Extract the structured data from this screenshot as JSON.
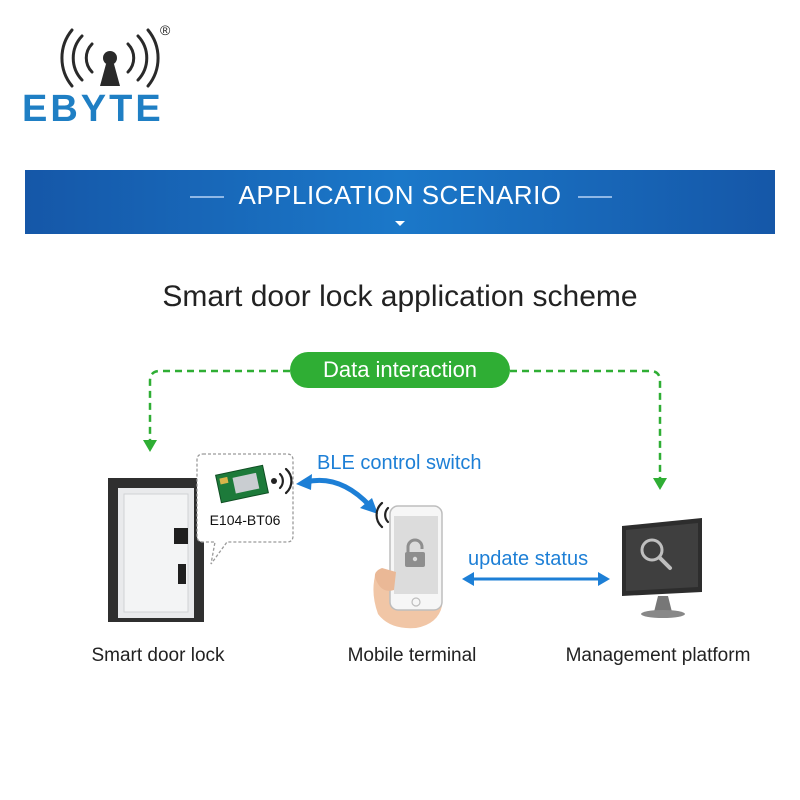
{
  "brand": {
    "name": "EBYTE",
    "registered": "®"
  },
  "banner": {
    "title": "APPLICATION SCENARIO"
  },
  "scheme": {
    "title": "Smart door lock application scheme"
  },
  "interaction": {
    "label": "Data interaction"
  },
  "ble": {
    "label": "BLE control switch"
  },
  "update": {
    "label": "update status"
  },
  "module": {
    "label": "E104-BT06"
  },
  "nodes": {
    "door": "Smart door lock",
    "mobile": "Mobile terminal",
    "platform": "Management platform"
  },
  "colors": {
    "banner": "#1b78c9",
    "pill": "#2fae34",
    "dashed": "#2fae34",
    "arrow": "#1d7fd6",
    "logo": "#1f7fc4"
  },
  "icons": [
    "wifi-tower-icon",
    "door-icon",
    "module-chip-icon",
    "signal-waves-icon",
    "phone-icon",
    "lock-icon",
    "monitor-icon",
    "magnifier-icon"
  ]
}
